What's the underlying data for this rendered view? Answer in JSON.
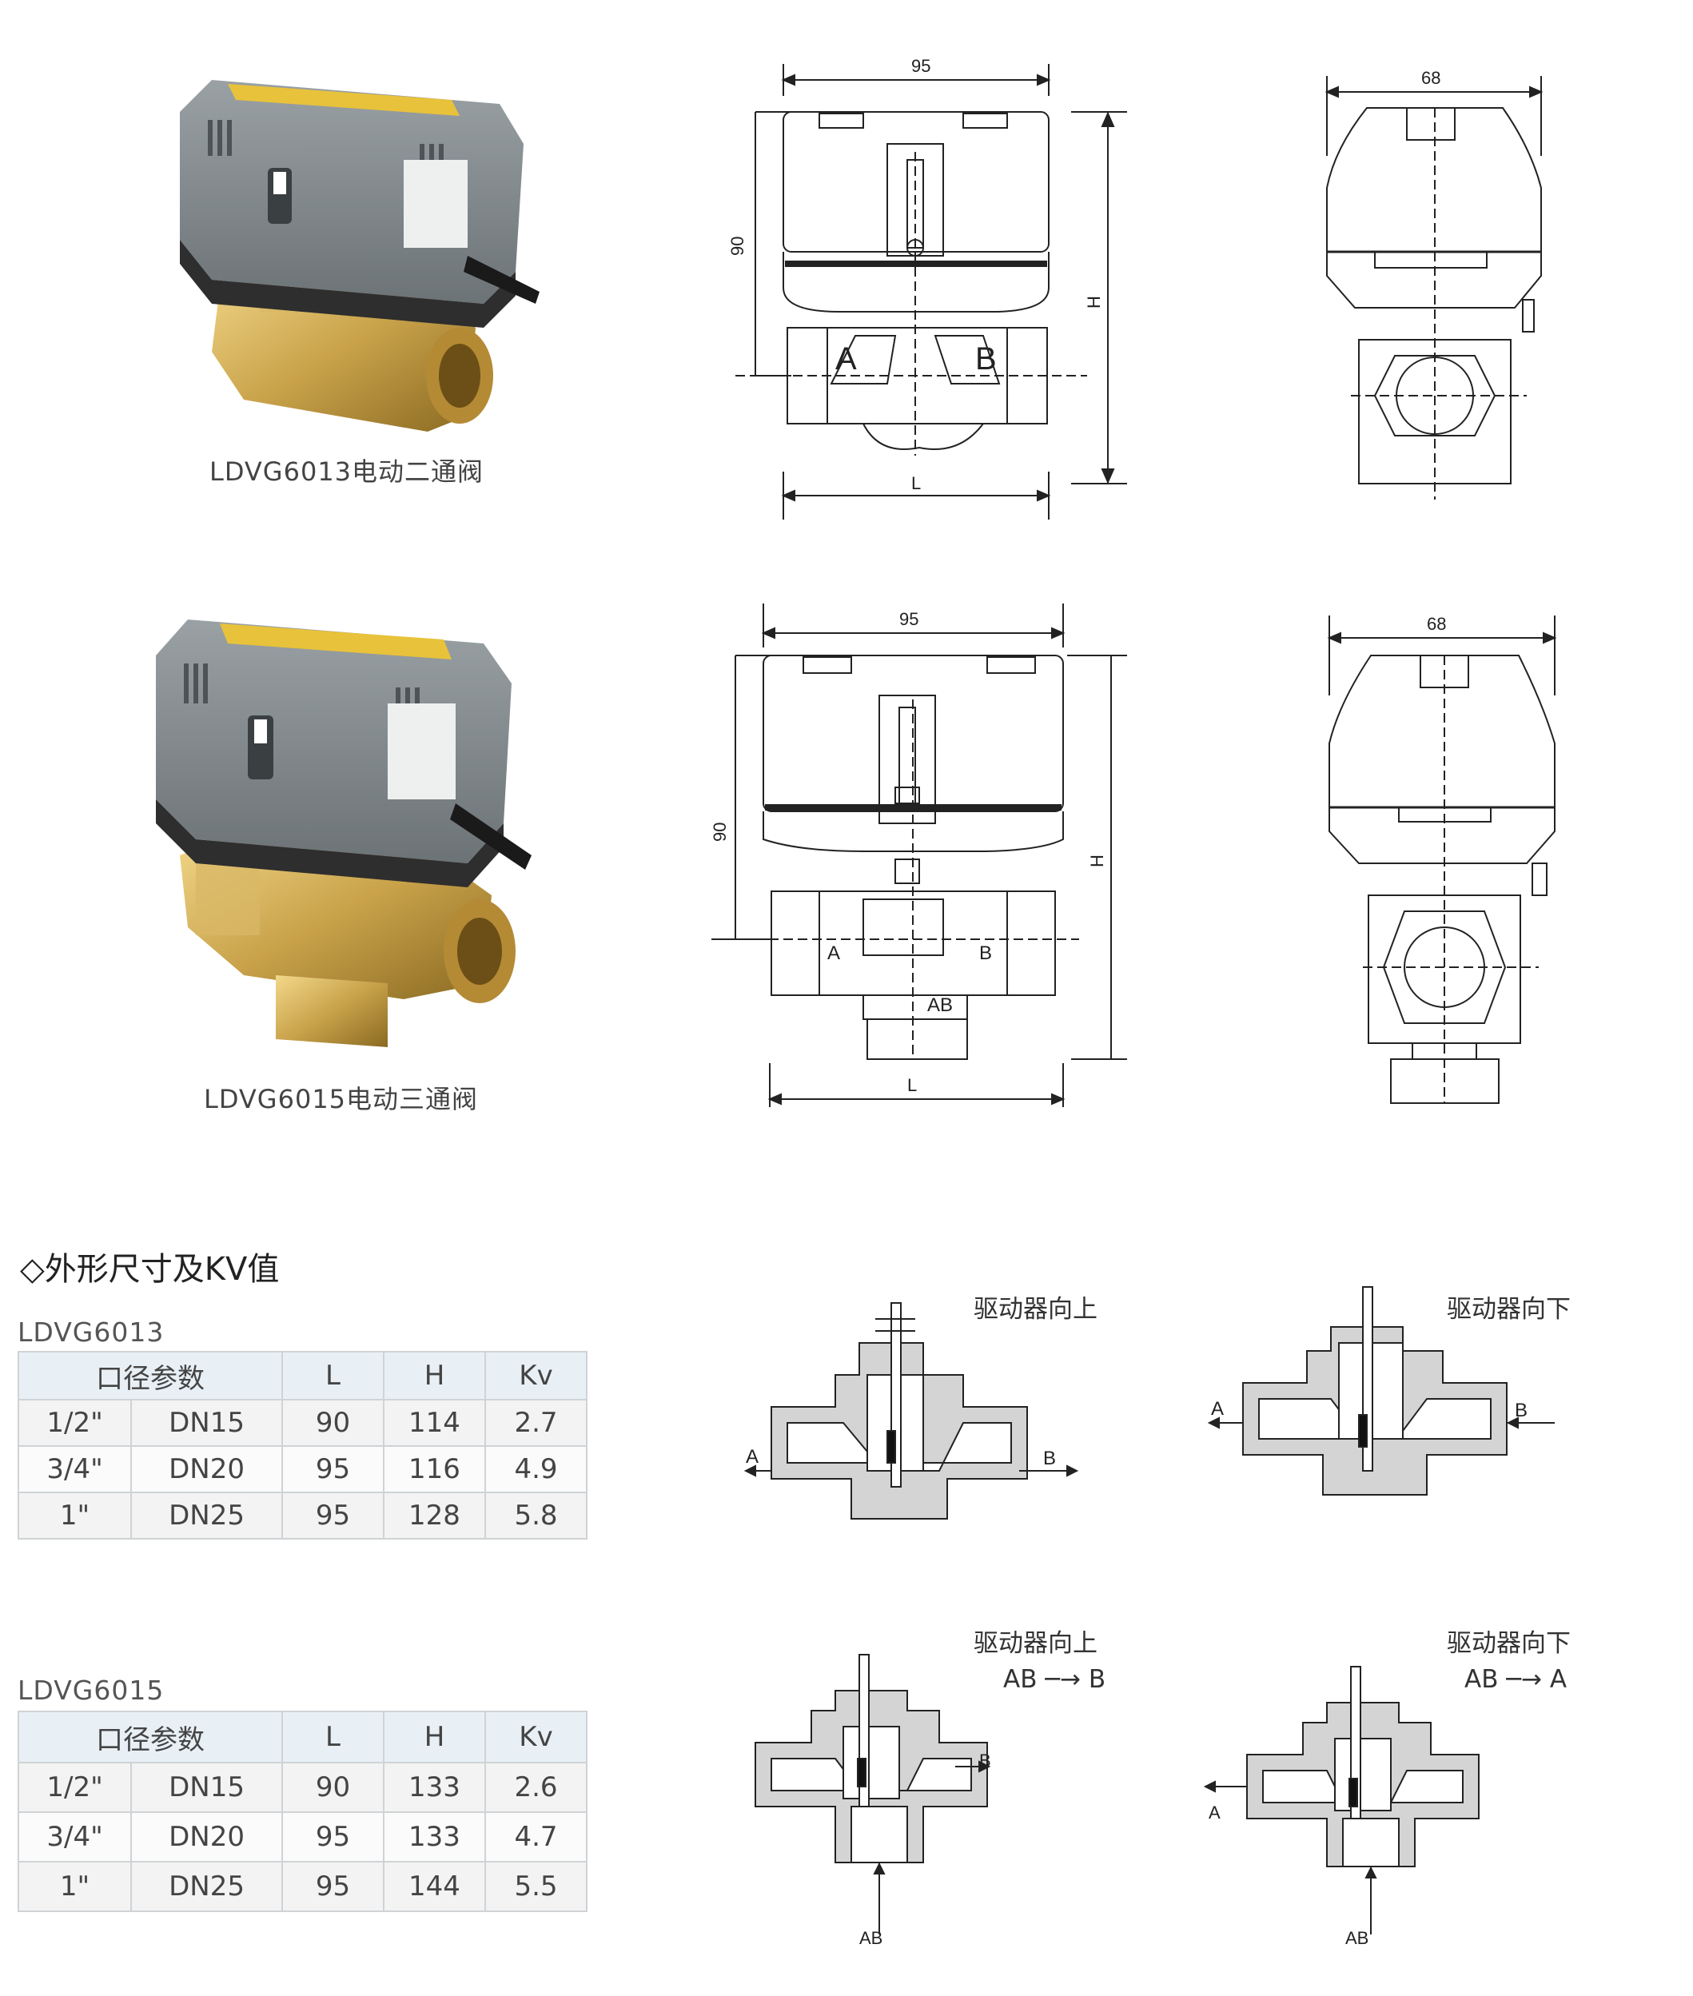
{
  "products": [
    {
      "caption": "LDVG6013电动二通阀"
    },
    {
      "caption": "LDVG6015电动三通阀"
    }
  ],
  "drawings": {
    "front_width": "95",
    "side_width": "68",
    "actuator_height": "90",
    "total_height": "H",
    "length": "L",
    "port_a": "A",
    "port_b": "B",
    "port_ab": "AB"
  },
  "section": {
    "title": "◇外形尺寸及KV值"
  },
  "tables": [
    {
      "model": "LDVG6013",
      "headers": {
        "size": "口径参数",
        "l": "L",
        "h": "H",
        "kv": "Kv"
      },
      "rows": [
        {
          "inch": "1/2\"",
          "dn": "DN15",
          "l": "90",
          "h": "114",
          "kv": "2.7"
        },
        {
          "inch": "3/4\"",
          "dn": "DN20",
          "l": "95",
          "h": "116",
          "kv": "4.9"
        },
        {
          "inch": "1\"",
          "dn": "DN25",
          "l": "95",
          "h": "128",
          "kv": "5.8"
        }
      ]
    },
    {
      "model": "LDVG6015",
      "headers": {
        "size": "口径参数",
        "l": "L",
        "h": "H",
        "kv": "Kv"
      },
      "rows": [
        {
          "inch": "1/2\"",
          "dn": "DN15",
          "l": "90",
          "h": "133",
          "kv": "2.6"
        },
        {
          "inch": "3/4\"",
          "dn": "DN20",
          "l": "95",
          "h": "133",
          "kv": "4.7"
        },
        {
          "inch": "1\"",
          "dn": "DN25",
          "l": "95",
          "h": "144",
          "kv": "5.5"
        }
      ]
    }
  ],
  "flow": {
    "up": "驱动器向上",
    "down": "驱动器向下",
    "ab_to_b": "AB ─→ B",
    "ab_to_a": "AB ─→ A"
  },
  "colors": {
    "brass": "#c9a24a",
    "actuator": "#7b8286",
    "label": "#e8c23a",
    "section_fill": "#d4d4d4"
  }
}
